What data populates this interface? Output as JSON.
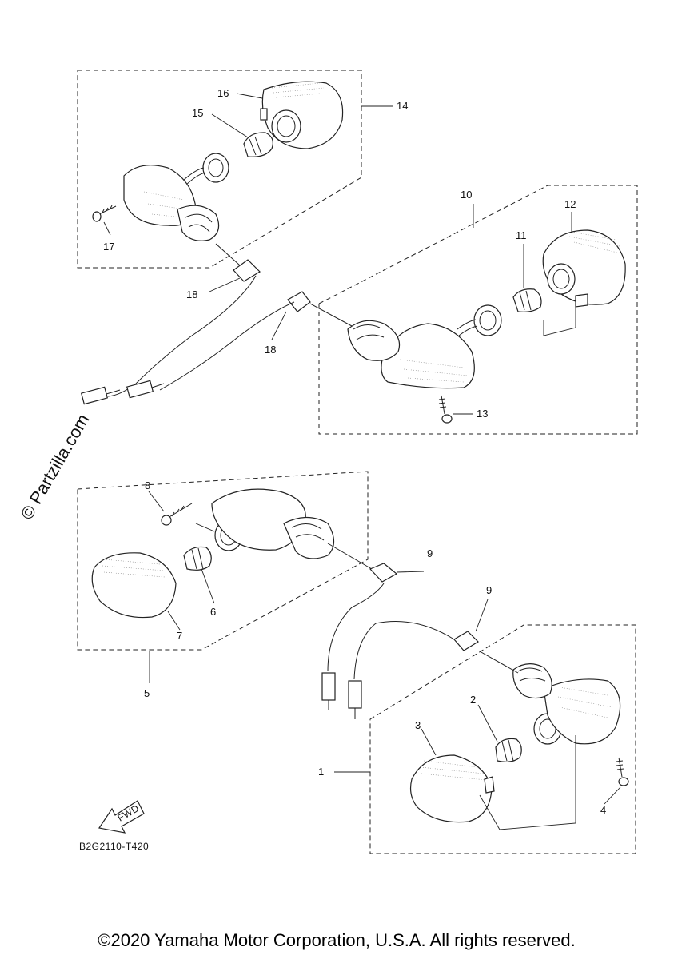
{
  "labels": {
    "l1": "1",
    "l2": "2",
    "l3": "3",
    "l4": "4",
    "l5": "5",
    "l6": "6",
    "l7": "7",
    "l8": "8",
    "l9a": "9",
    "l9b": "9",
    "l10": "10",
    "l11": "11",
    "l12": "12",
    "l13": "13",
    "l14": "14",
    "l15": "15",
    "l16": "16",
    "l17": "17",
    "l18a": "18",
    "l18b": "18"
  },
  "fwd_arrow_text": "FWD",
  "diagram_code": "B2G2110-T420",
  "watermark": "© Partzilla.com",
  "copyright": "©2020 Yamaha Motor Corporation, U.S.A. All rights reserved."
}
